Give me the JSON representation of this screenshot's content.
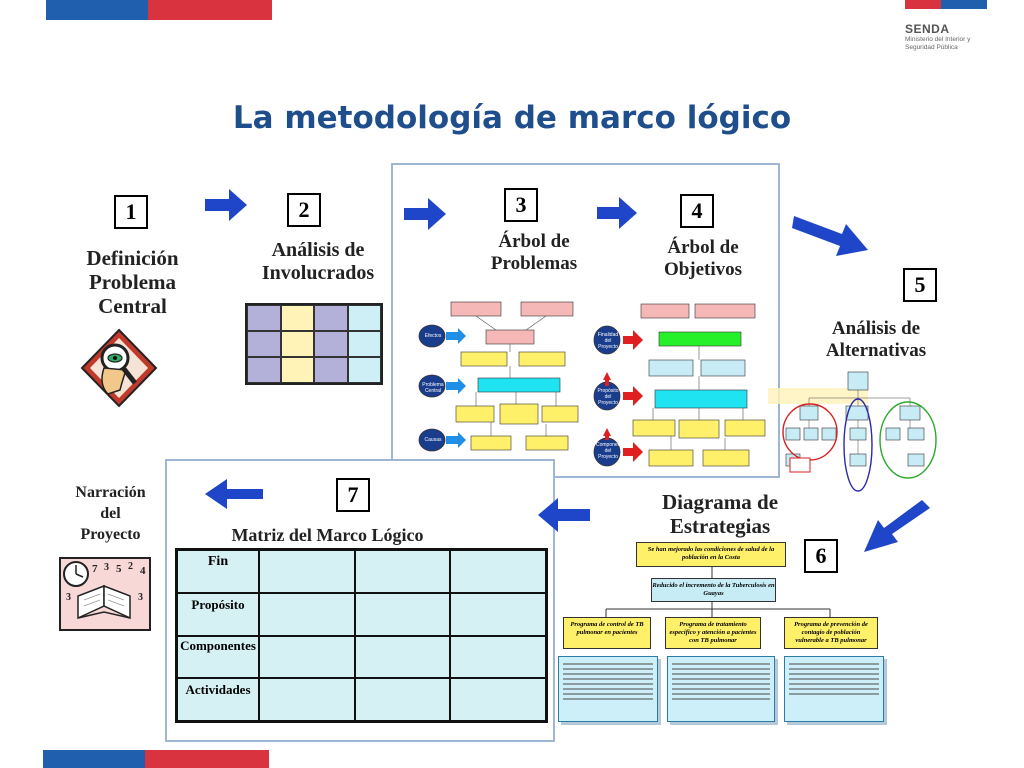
{
  "slide": {
    "title": "La metodología de marco lógico",
    "brand": {
      "name": "SENDA",
      "line1": "Ministerio del Interior y",
      "line2": "Seguridad Pública"
    }
  },
  "steps": [
    {
      "number": "1",
      "label_lines": [
        "Definición",
        "Problema",
        "Central"
      ]
    },
    {
      "number": "2",
      "label_lines": [
        "Análisis de",
        "Involucrados"
      ]
    },
    {
      "number": "3",
      "label_lines": [
        "Árbol de",
        "Problemas"
      ]
    },
    {
      "number": "4",
      "label_lines": [
        "Árbol de",
        "Objetivos"
      ]
    },
    {
      "number": "5",
      "label_lines": [
        "Análisis de",
        "Alternativas"
      ]
    },
    {
      "number": "6",
      "label_lines": [
        "Diagrama de",
        "Estrategias"
      ]
    },
    {
      "number": "7",
      "label": "Matriz del Marco Lógico"
    }
  ],
  "narration": {
    "label_lines": [
      "Narración",
      "del",
      "Proyecto"
    ]
  },
  "matrix": {
    "rows": [
      "Fin",
      "Propósito",
      "Componentes",
      "Actividades"
    ]
  },
  "problem_tree": {
    "side_labels": [
      "Efectos",
      "Problema Central",
      "Causas"
    ]
  },
  "objective_tree": {
    "side_labels": [
      "Finalidad del Proyecto",
      "Propósito del Proyecto",
      "Componentes del Proyecto"
    ]
  },
  "strategies": {
    "top": "Se han mejorado las condiciones de salud de la población en la Costa",
    "middle": "Reducido el incremento de la Tuberculosis en Guayas",
    "programs": [
      "Programa de control de TB pulmonar en pacientes",
      "Programa de tratamiento específico y atención a pacientes con TB pulmonar",
      "Programa de prevención de contagio de población vulnerable a TB pulmonar"
    ]
  },
  "colors": {
    "accent": "#1f4e8c",
    "bar_blue": "#1f5fae",
    "bar_red": "#d9333f",
    "arrow_blue": "#1f46c8",
    "frame": "#9fb7d6"
  }
}
